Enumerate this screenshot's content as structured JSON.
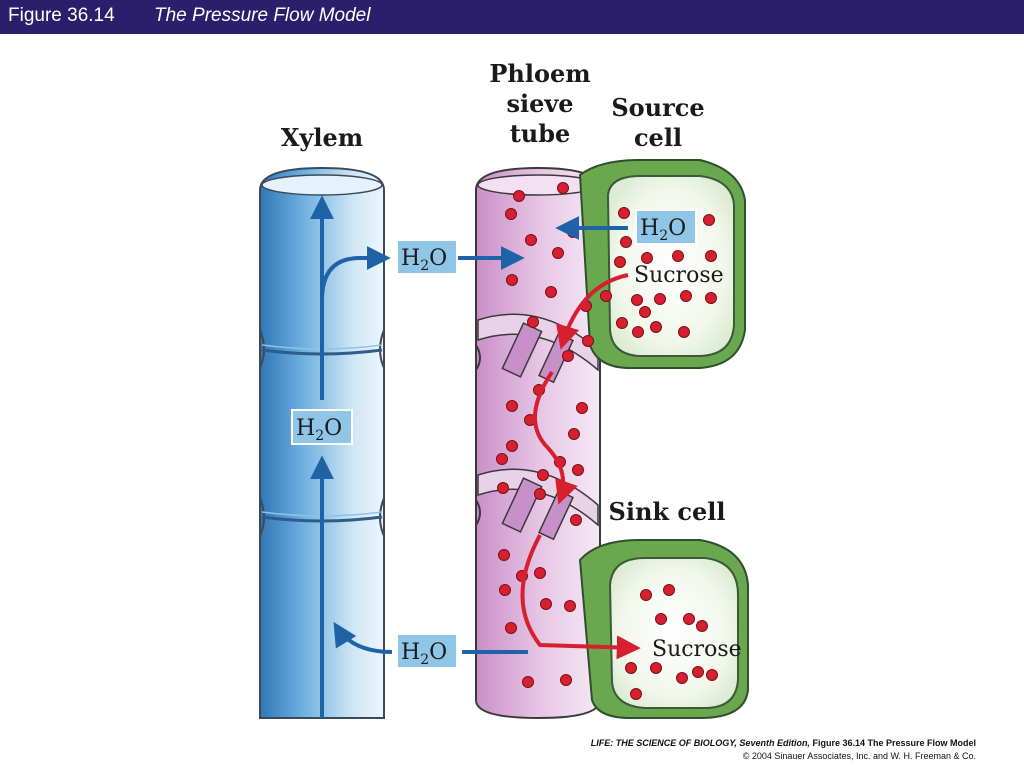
{
  "header": {
    "figure_number": "Figure 36.14",
    "figure_title": "The Pressure Flow Model"
  },
  "labels": {
    "xylem": "Xylem",
    "phloem_line1": "Phloem",
    "phloem_line2": "sieve",
    "phloem_line3": "tube",
    "source_line1": "Source",
    "source_line2": "cell",
    "sink": "Sink cell"
  },
  "water_label": {
    "h": "H",
    "sub": "2",
    "o": "O"
  },
  "sucrose_label": "Sucrose",
  "credits": {
    "book": "LIFE: THE SCIENCE OF BIOLOGY, Seventh Edition,",
    "figure": "Figure 36.14 The Pressure Flow Model",
    "copyright": "© 2004 Sinauer Associates, Inc. and W. H. Freeman & Co."
  },
  "colors": {
    "header_bg": "#2b1f6b",
    "xylem_blue": "#5aa0d6",
    "phloem_pink": "#d9a9d6",
    "cell_green": "#9fc98a",
    "sucrose_red": "#d6202f",
    "arrow_blue": "#1e63a8",
    "label_box": "#8fc6e8"
  }
}
